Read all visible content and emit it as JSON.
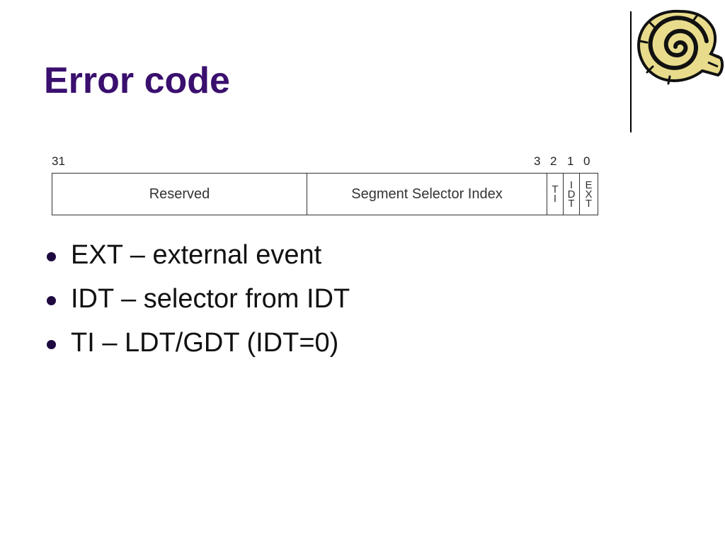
{
  "slide": {
    "title": "Error code"
  },
  "diagram": {
    "bit_labels": {
      "b31": "31",
      "b3": "3",
      "b2": "2",
      "b1": "1",
      "b0": "0"
    },
    "fields": {
      "reserved": "Reserved",
      "segment_selector_index": "Segment Selector Index",
      "ti": [
        "T",
        "I"
      ],
      "idt": [
        "I",
        "D",
        "T"
      ],
      "ext": [
        "E",
        "X",
        "T"
      ]
    }
  },
  "bullets": [
    "EXT – external event",
    "IDT – selector from IDT",
    "TI – LDT/GDT (IDT=0)"
  ],
  "colors": {
    "title": "#3a0f6e",
    "bullet_dot": "#1e0a40",
    "logo_fill": "#e8dc8c"
  },
  "icons": {
    "logo": "spiral-shell-icon"
  }
}
